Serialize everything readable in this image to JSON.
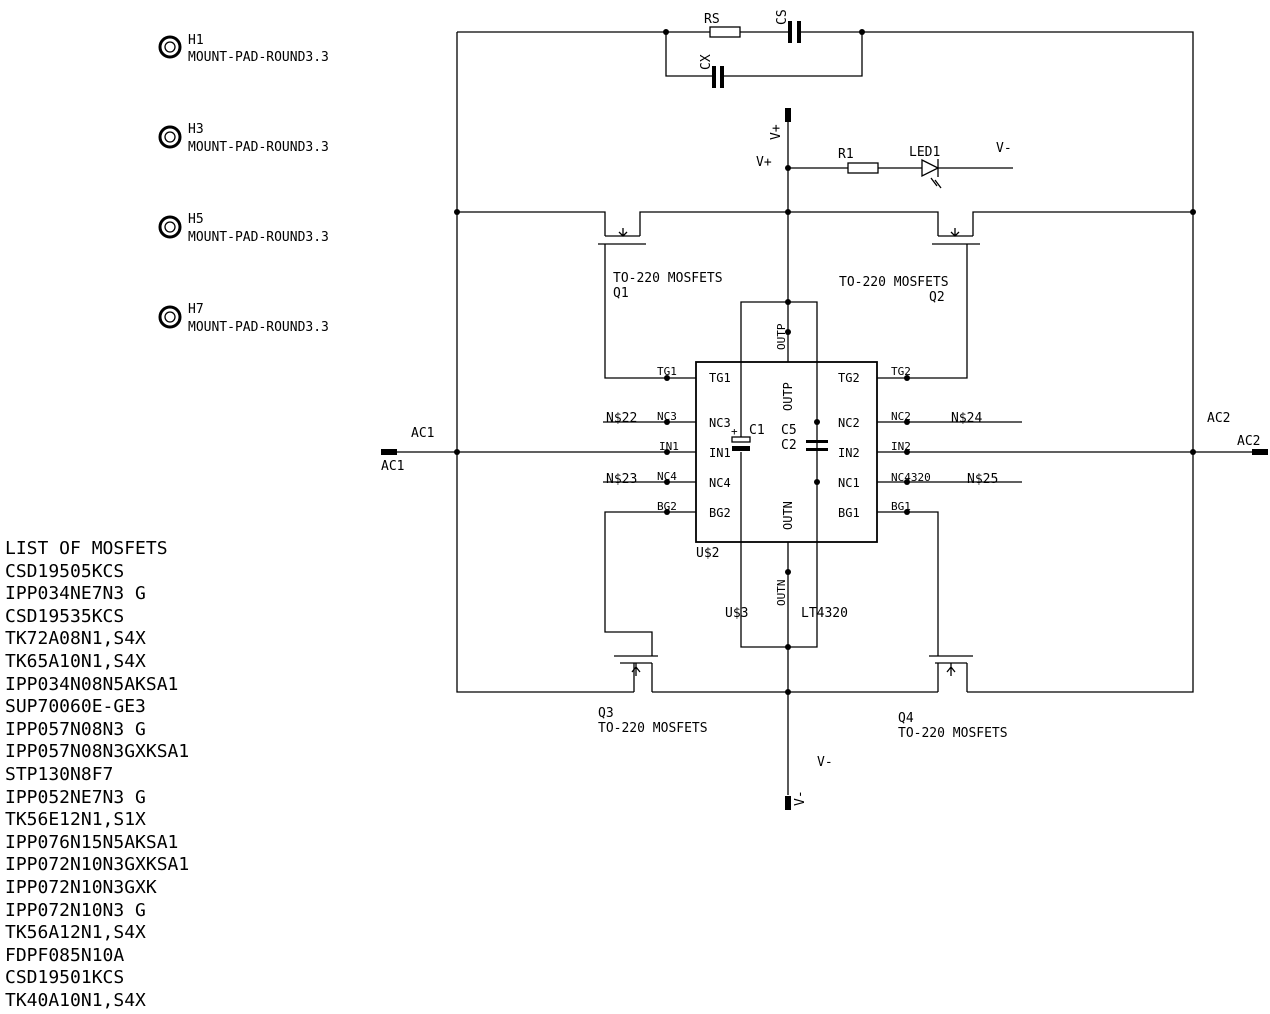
{
  "mount_pads": [
    {
      "ref": "H1",
      "value": "MOUNT-PAD-ROUND3.3"
    },
    {
      "ref": "H3",
      "value": "MOUNT-PAD-ROUND3.3"
    },
    {
      "ref": "H5",
      "value": "MOUNT-PAD-ROUND3.3"
    },
    {
      "ref": "H7",
      "value": "MOUNT-PAD-ROUND3.3"
    }
  ],
  "snubber": {
    "rs": "RS",
    "cs": "CS",
    "cx": "CX"
  },
  "power": {
    "vplus_pin": "V+",
    "vplus_net": "V+",
    "vminus_pin": "V-",
    "vminus_net": "V-",
    "led_net": "V-"
  },
  "indicator": {
    "r1": "R1",
    "led1": "LED1"
  },
  "mosfets": {
    "q1": {
      "name": "Q1",
      "value": "TO-220 MOSFETS"
    },
    "q2": {
      "name": "Q2",
      "value": "TO-220 MOSFETS"
    },
    "q3": {
      "name": "Q3",
      "value": "TO-220 MOSFETS"
    },
    "q4": {
      "name": "Q4",
      "value": "TO-220 MOSFETS"
    }
  },
  "ic": {
    "name": "U$2",
    "pins_left": [
      "TG1",
      "NC3",
      "IN1",
      "NC4",
      "BG2"
    ],
    "pins_right": [
      "TG2",
      "NC2",
      "IN2",
      "NC1",
      "BG1"
    ],
    "pin_outp": "OUTP",
    "pin_outn": "OUTN",
    "outer_left": [
      "TG1",
      "NC3",
      "IN1",
      "NC4",
      "BG2"
    ],
    "outer_right": [
      "TG2",
      "NC2",
      "IN2",
      "NC4320",
      "BG1"
    ],
    "pin_outp_outer": "OUTP",
    "pin_outn_outer": "OUTN"
  },
  "nets": {
    "n22": "N$22",
    "n23": "N$23",
    "n24": "N$24",
    "n25": "N$25",
    "ac1": "AC1",
    "ac2": "AC2"
  },
  "connectors": {
    "ac1": "AC1",
    "ac2": "AC2"
  },
  "caps": {
    "c1": "C1",
    "c5": "C5",
    "c2": "C2"
  },
  "u3": {
    "name": "U$3",
    "value": "LT4320"
  },
  "mosfet_list": {
    "title": "LIST OF MOSFETS",
    "items": [
      "CSD19505KCS",
      "IPP034NE7N3 G",
      "CSD19535KCS",
      "TK72A08N1,S4X",
      "TK65A10N1,S4X",
      "IPP034N08N5AKSA1",
      "SUP70060E-GE3",
      "IPP057N08N3 G",
      "IPP057N08N3GXKSA1",
      "STP130N8F7",
      "IPP052NE7N3 G",
      "TK56E12N1,S1X",
      "IPP076N15N5AKSA1",
      "IPP072N10N3GXKSA1",
      "IPP072N10N3GXK",
      "IPP072N10N3 G",
      "TK56A12N1,S4X",
      "FDPF085N10A",
      "CSD19501KCS",
      "TK40A10N1,S4X"
    ]
  }
}
